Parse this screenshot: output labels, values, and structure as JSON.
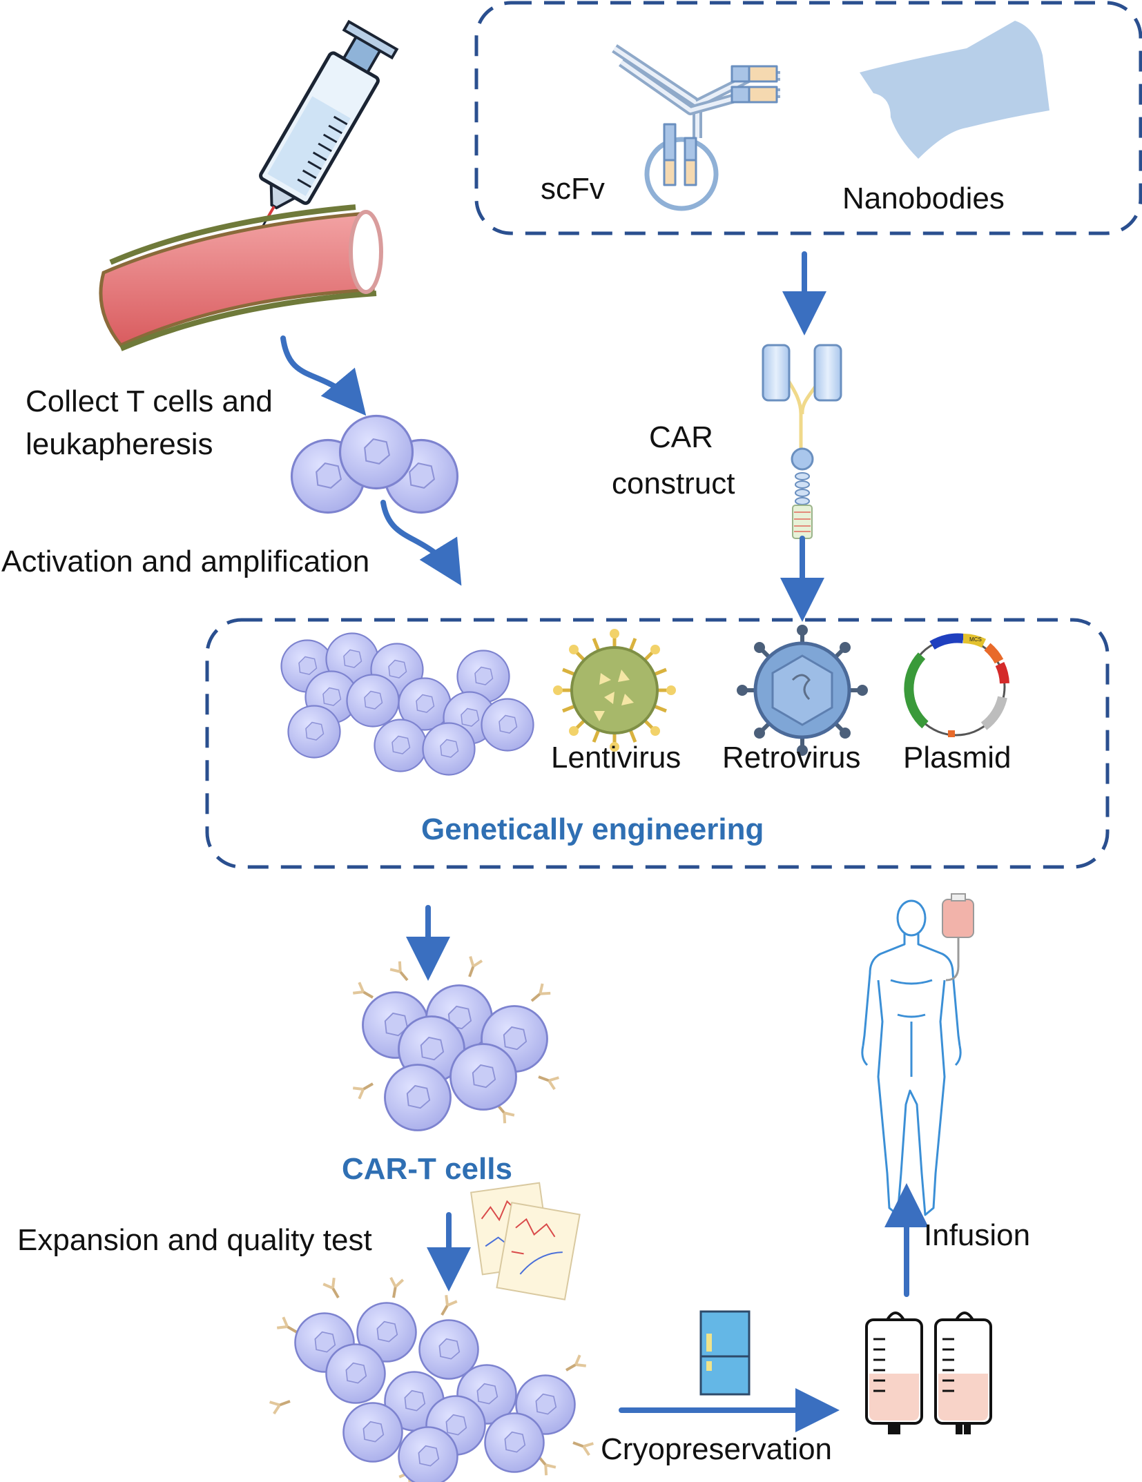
{
  "labels": {
    "scfv": "scFv",
    "nanobodies": "Nanobodies",
    "collect_line1": "Collect T cells and",
    "collect_line2": "leukapheresis",
    "car_line1": "CAR",
    "car_line2": "construct",
    "activation": "Activation and amplification",
    "lentivirus": "Lentivirus",
    "retrovirus": "Retrovirus",
    "plasmid": "Plasmid",
    "genetic": "Genetically engineering",
    "cart": "CAR-T cells",
    "expansion": "Expansion and quality test",
    "infusion": "Infusion",
    "cryo": "Cryopreservation",
    "plasmid_mcs": "MCS"
  },
  "colors": {
    "accent_blue": "#2f6fb3",
    "arrow_blue": "#3a6fc0",
    "dash_box": "#2a4f8f",
    "cell_fill": "#b9bdf0",
    "cell_stroke": "#7d83cf",
    "vessel_red": "#e7787a",
    "vessel_edge": "#8a6a3a",
    "nanobody_fill": "#b7cfe9",
    "virus_green": "#a7b86a",
    "virus_blue": "#7fa6d6"
  },
  "icons": [
    "syringe-icon",
    "blood-vessel-icon",
    "antibody-icon",
    "nanobody-icon",
    "car-construct-icon",
    "t-cell-icon",
    "lentivirus-icon",
    "retrovirus-icon",
    "plasmid-icon",
    "car-t-cell-icon",
    "report-icon",
    "freezer-icon",
    "infusion-bag-icon",
    "human-body-icon",
    "iv-bag-icon"
  ]
}
